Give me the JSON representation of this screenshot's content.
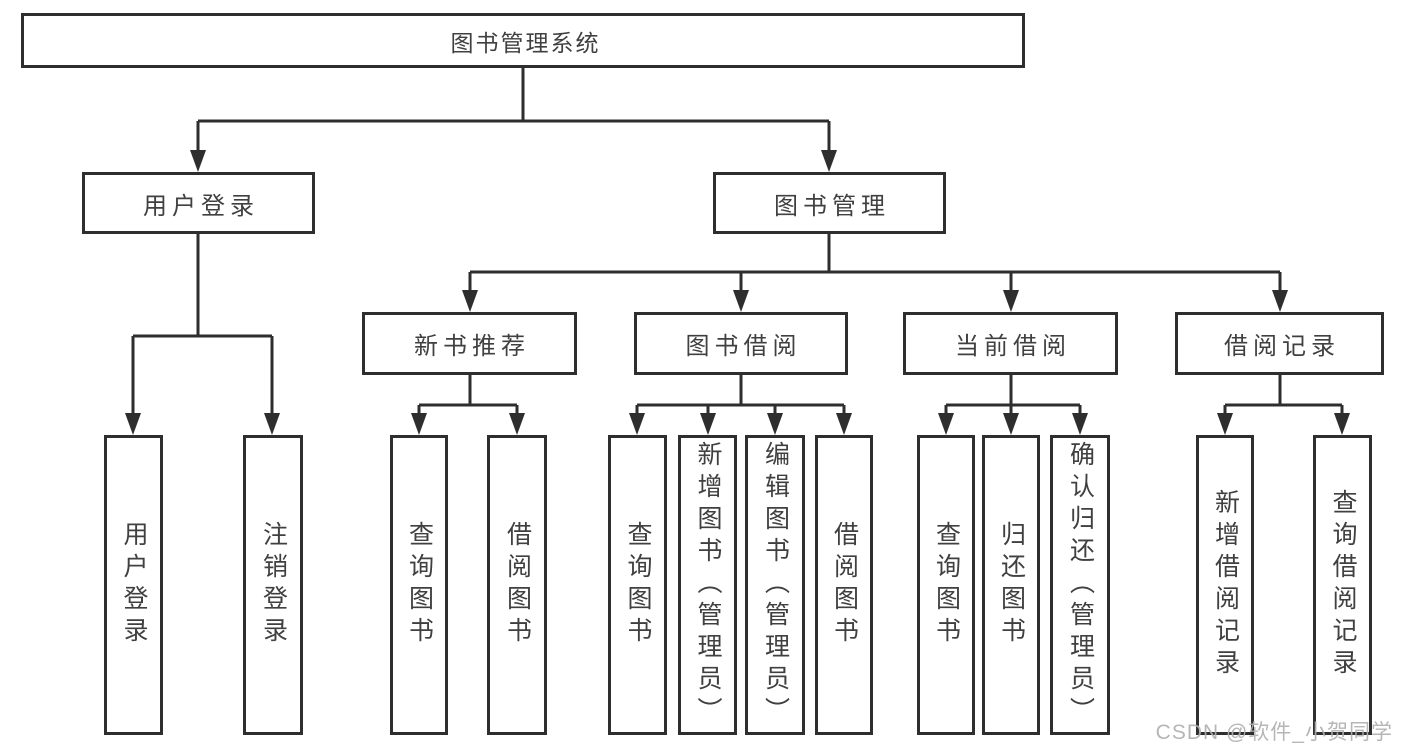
{
  "diagram": {
    "root": "图书管理系统",
    "level2": {
      "user_login": "用户登录",
      "book_management": "图书管理"
    },
    "level3": {
      "new_book_recommend": "新书推荐",
      "book_borrow": "图书借阅",
      "current_borrow": "当前借阅",
      "borrow_records": "借阅记录"
    },
    "leaves": {
      "user_login": [
        "用户登录",
        "注销登录"
      ],
      "new_book_recommend": [
        "查询图书",
        "借阅图书"
      ],
      "book_borrow": [
        "查询图书",
        "新增图书（管理员）",
        "编辑图书（管理员）",
        "借阅图书"
      ],
      "current_borrow": [
        "查询图书",
        "归还图书",
        "确认归还（管理员）"
      ],
      "borrow_records": [
        "新增借阅记录",
        "查询借阅记录"
      ]
    },
    "watermark": "CSDN @软件_小贺同学",
    "colors": {
      "line": "#2e2e2e",
      "text": "#404040",
      "background": "#ffffff",
      "watermark": "#b0b0b0"
    }
  }
}
